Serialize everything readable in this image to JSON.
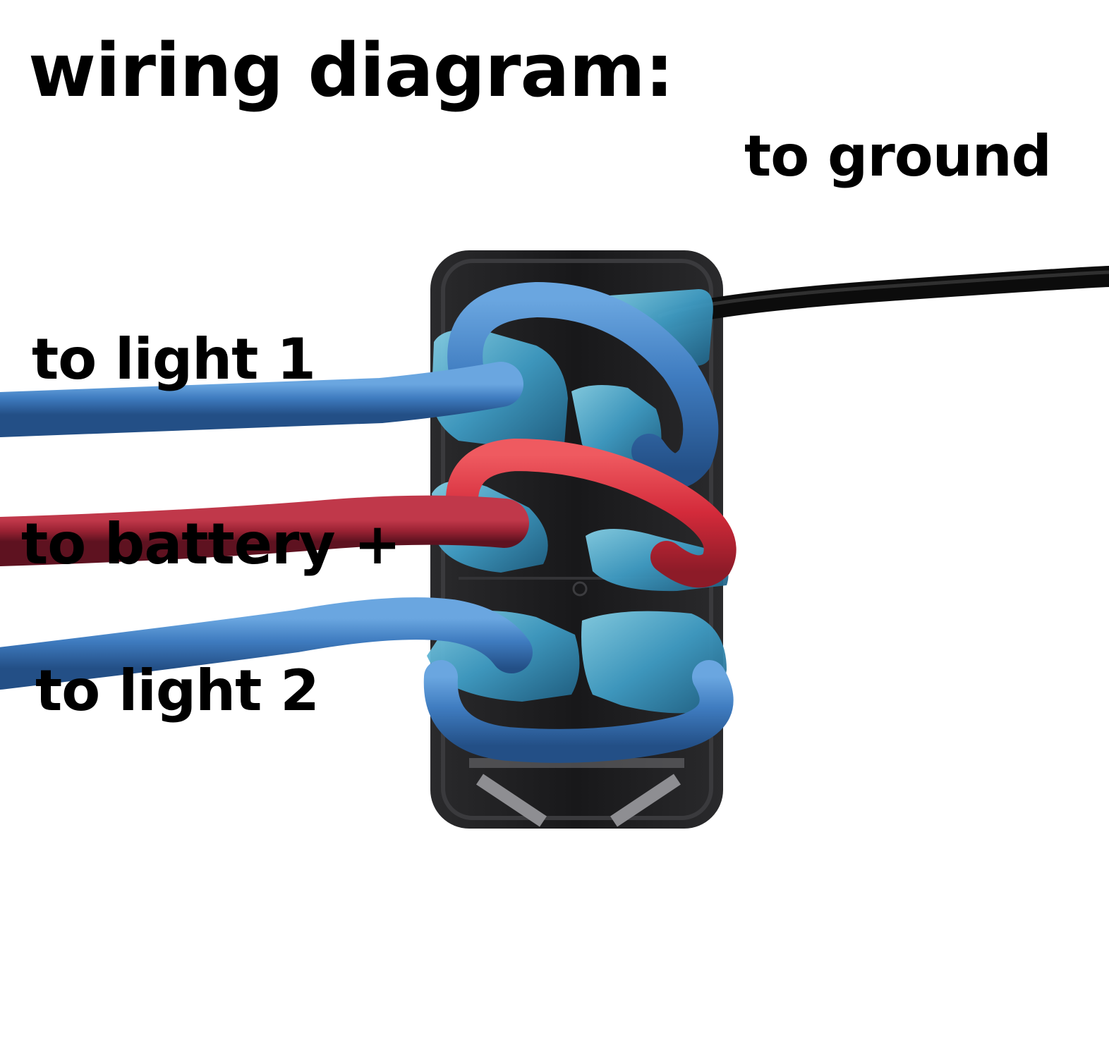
{
  "title": "wiring diagram:",
  "labels": {
    "ground": "to ground",
    "light1": "to light 1",
    "battery": "to battery +",
    "light2": "to light 2"
  },
  "colors": {
    "background": "#ffffff",
    "text": "#000000",
    "switch_body": "#1b1b1d",
    "blue_wire": "#3d77b8",
    "red_wire": "#d83040",
    "dark_red_wire": "#9c2232",
    "black_wire": "#111111",
    "connector": "#49a6c9"
  }
}
